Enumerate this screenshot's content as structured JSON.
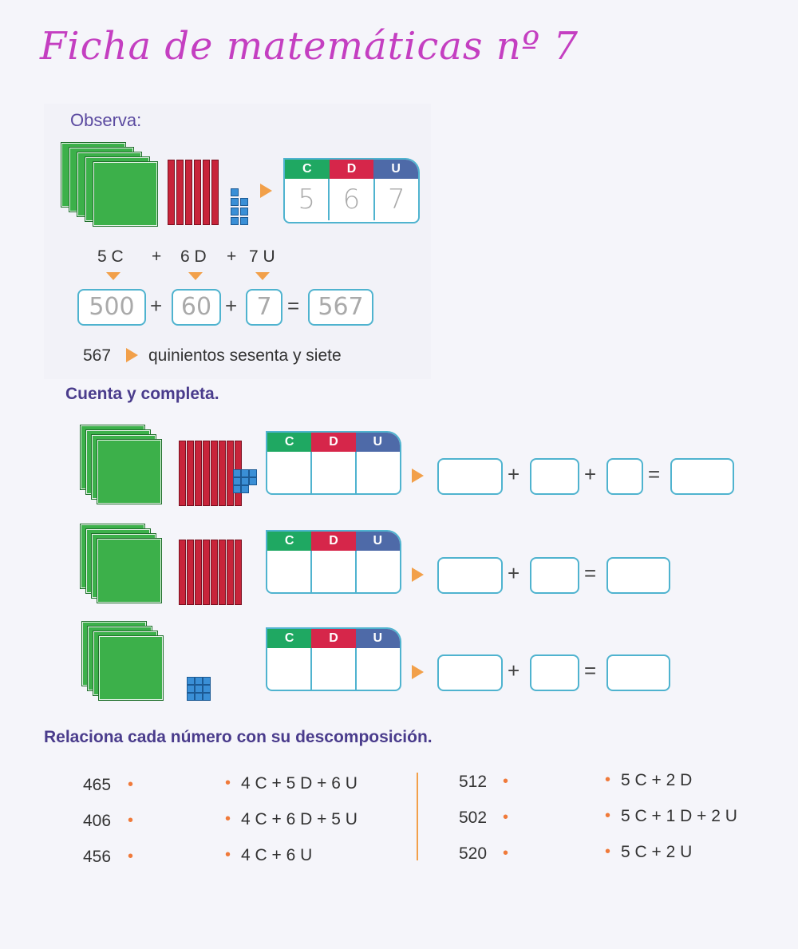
{
  "title": "Ficha de matemáticas nº 7",
  "observa": {
    "label": "Observa:",
    "cdu": {
      "headers": [
        "C",
        "D",
        "U"
      ],
      "digits": [
        "5",
        "6",
        "7"
      ]
    },
    "parts": [
      "5 C",
      "+",
      "6 D",
      "+",
      "7 U"
    ],
    "sum": {
      "terms": [
        "500",
        "60",
        "7"
      ],
      "result": "567",
      "plus": "+",
      "equals": "="
    },
    "reading": {
      "number": "567",
      "words": "quinientos sesenta y siete"
    }
  },
  "cuenta": {
    "label": "Cuenta y completa.",
    "cdu_headers": [
      "C",
      "D",
      "U"
    ],
    "plus": "+",
    "equals": "=",
    "rows": [
      {
        "hundreds": 4,
        "tens": 8,
        "units": 8,
        "answer_boxes": 3
      },
      {
        "hundreds": 4,
        "tens": 8,
        "units": 0,
        "answer_boxes": 2
      },
      {
        "hundreds": 4,
        "tens": 0,
        "units": 9,
        "answer_boxes": 2
      }
    ]
  },
  "relaciona": {
    "label": "Relaciona cada número con su descomposición.",
    "left_numbers": [
      "465",
      "406",
      "456"
    ],
    "left_decomp": [
      "4 C + 5 D + 6 U",
      "4 C + 6 D + 5 U",
      "4 C + 6 U"
    ],
    "right_numbers": [
      "512",
      "502",
      "520"
    ],
    "right_decomp": [
      "5 C + 2 D",
      "5 C + 1 D + 2 U",
      "5 C + 2 U"
    ]
  },
  "colors": {
    "title": "#c43fc1",
    "hundreds": "#3cb04a",
    "tens": "#c8243a",
    "units": "#3a8fd6",
    "C": "#1fa862",
    "D": "#d6264a",
    "U": "#4e6aa8",
    "arrow": "#f2a04a",
    "box": "#4fb3cf"
  }
}
